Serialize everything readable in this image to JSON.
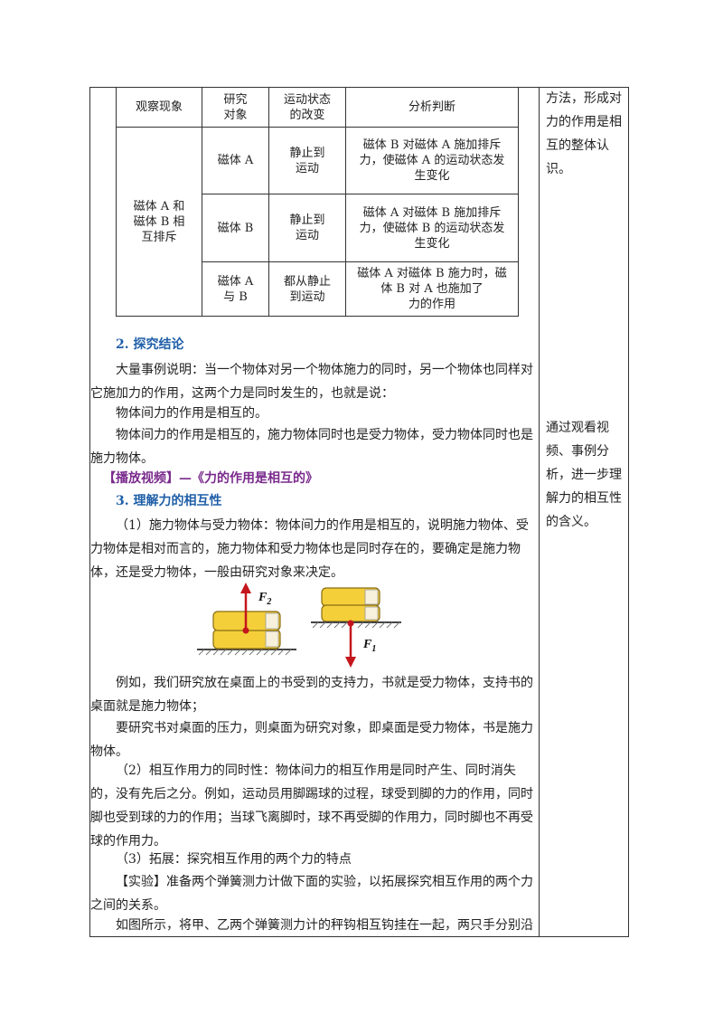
{
  "table": {
    "headers": [
      "观察现象",
      "研究\n对象",
      "运动状态\n的改变",
      "分析判断"
    ],
    "phenomenon": "磁体 A 和\n磁体 B 相\n互排斥",
    "rows": [
      {
        "object": "磁体 A",
        "change": "静止到\n运动",
        "analysis": "磁体 B 对磁体 A 施加排斥\n力，使磁体 A 的运动状态发\n生变化"
      },
      {
        "object": "磁体 B",
        "change": "静止到\n运动",
        "analysis": "磁体 A 对磁体 B 施加排斥\n力，使磁体 B 的运动状态发\n生变化"
      },
      {
        "object": "磁体 A\n与 B",
        "change": "都从静止\n到运动",
        "analysis": "磁体 A 对磁体 B 施力时，磁\n体 B 对 A 也施加了\n力的作用"
      }
    ]
  },
  "side": {
    "note1": "方法，形成对力的作用是相互的整体认识。",
    "note2": "通过观看视频、事例分析，进一步理解力的相互性的含义。"
  },
  "sec2": {
    "heading": "2. 探究结论",
    "p1": "大量事例说明：当一个物体对另一个物体施力的同时，另一个物体也同样对它施加力的作用，这两个力是同时发生的，也就是说：",
    "p2": "物体间力的作用是相互的。",
    "p3": "物体间力的作用是相互的，施力物体同时也是受力物体，受力物体同时也是施力物体。"
  },
  "video": "【播放视频】—《力的作用是相互的》",
  "sec3": {
    "heading": "3. 理解力的相互性",
    "p1": "（1）施力物体与受力物体：物体间力的作用是相互的，说明施力物体、受力物体是相对而言的，施力物体和受力物体也是同时存在的，要确定是施力物体，还是受力物体，一般由研究对象来决定。",
    "fig_labels": {
      "f2": "F",
      "f2_sub": "2",
      "f1": "F",
      "f1_sub": "1"
    },
    "p2": "例如，我们研究放在桌面上的书受到的支持力，书就是受力物体，支持书的桌面就是施力物体；",
    "p3": "要研究书对桌面的压力，则桌面为研究对象，即桌面是受力物体，书是施力物体。",
    "p4": "（2）相互作用力的同时性：物体间力的相互作用是同时产生、同时消失的，没有先后之分。例如，运动员用脚踢球的过程，球受到脚的力的作用，同时脚也受到球的力的作用；当球飞离脚时，球不再受脚的作用力，同时脚也不再受球的作用力。",
    "p5": "（3）拓展：探究相互作用的两个力的特点",
    "p6": "【实验】准备两个弹簧测力计做下面的实验，以拓展探究相互作用的两个力之间的关系。",
    "p7": "如图所示，将甲、乙两个弹簧测力计的秤钩相互钩挂在一起，两只手分别沿"
  }
}
